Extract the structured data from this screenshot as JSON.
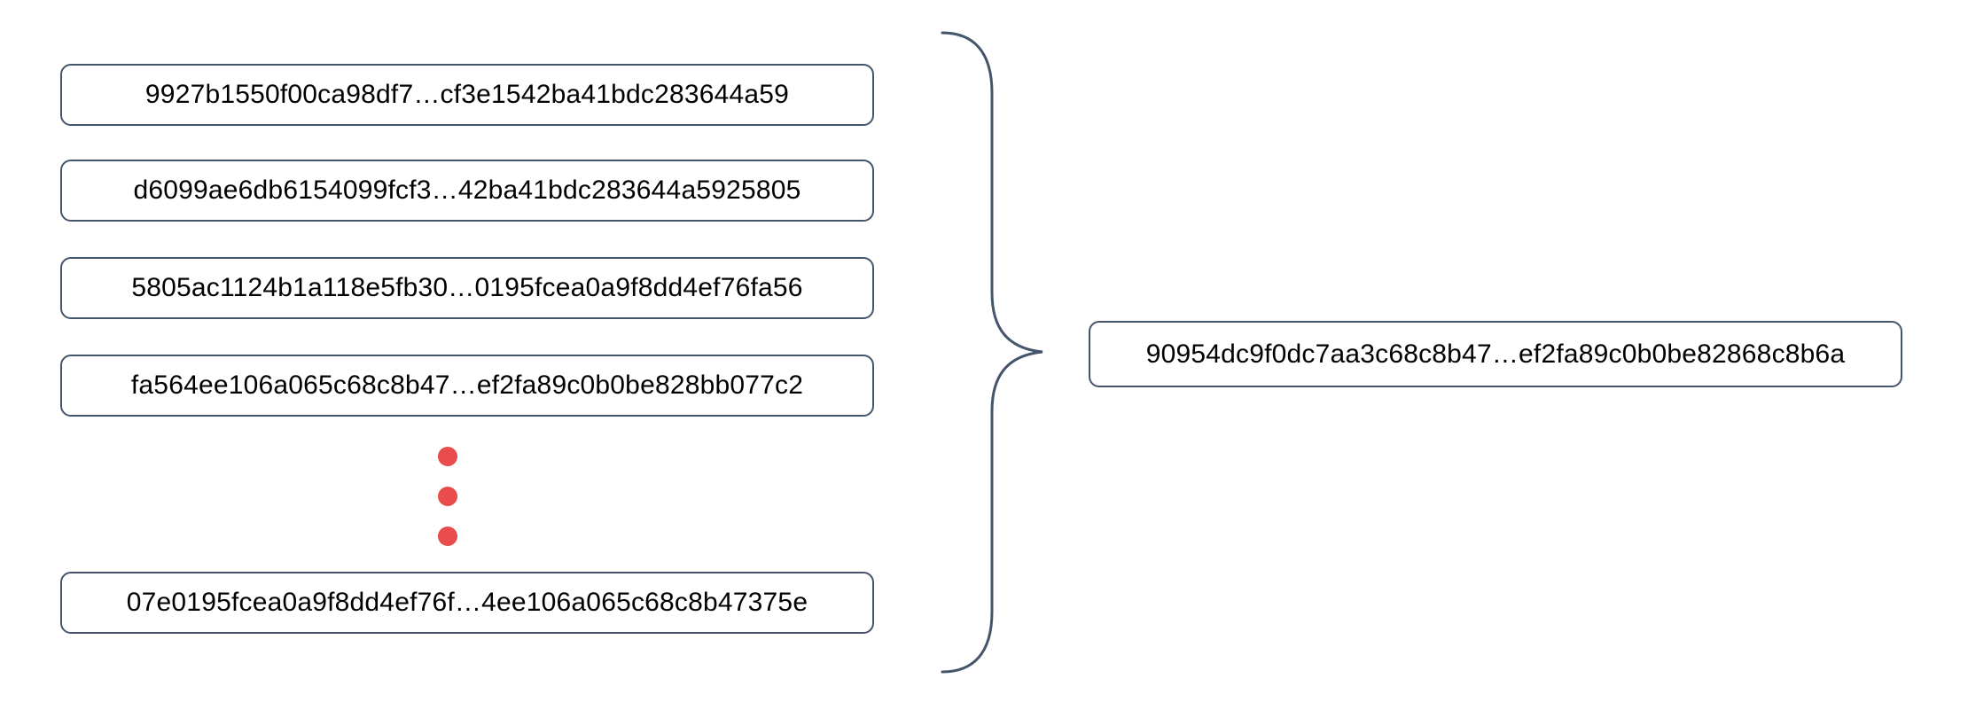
{
  "colors": {
    "background": "#ffffff",
    "box-border": "#44546a",
    "brace": "#44546a",
    "dot": "#e84c4c",
    "text": "#000000"
  },
  "diagram": {
    "input_hashes": [
      "9927b1550f00ca98df7…cf3e1542ba41bdc283644a59",
      "d6099ae6db6154099fcf3…42ba41bdc283644a5925805",
      "5805ac1124b1a118e5fb30…0195fcea0a9f8dd4ef76fa56",
      "fa564ee106a065c68c8b47…ef2fa89c0b0be828bb077c2",
      "07e0195fcea0a9f8dd4ef76f…4ee106a065c68c8b47375e"
    ],
    "output_hash": "90954dc9f0dc7aa3c68c8b47…ef2fa89c0b0be82868c8b6a"
  }
}
